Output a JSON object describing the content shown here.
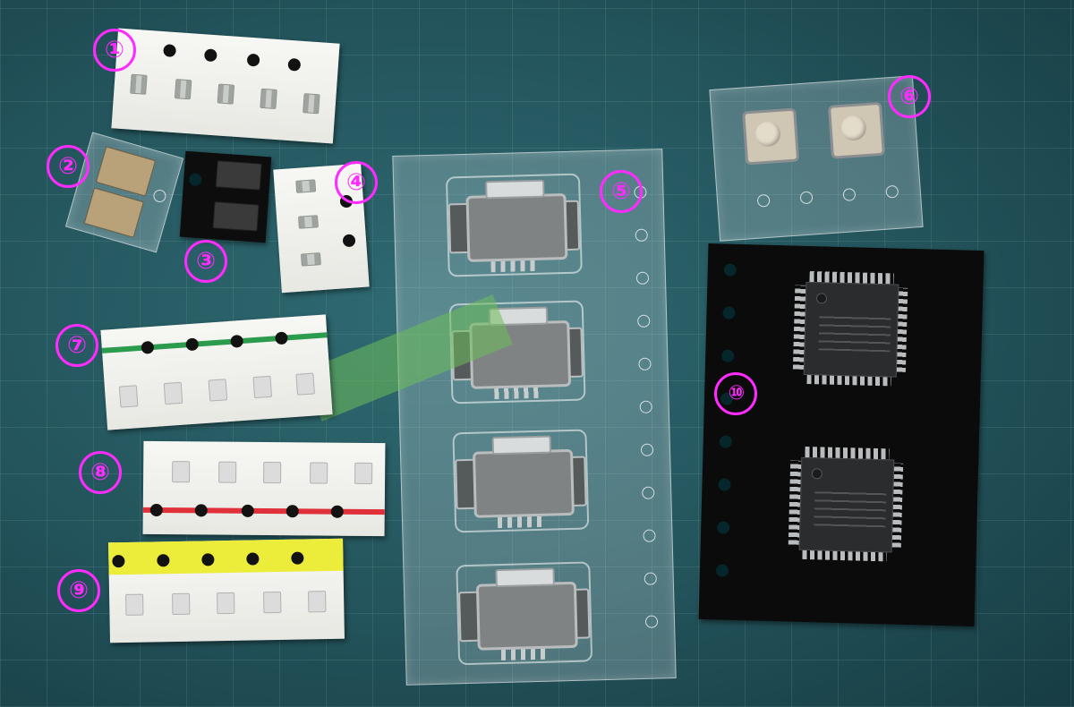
{
  "scene": {
    "background_color": "#1f4a52",
    "label_color": "#ff2bff"
  },
  "labels": [
    "①",
    "②",
    "③",
    "④",
    "⑤",
    "⑥",
    "⑦",
    "⑧",
    "⑨",
    "⑩"
  ]
}
